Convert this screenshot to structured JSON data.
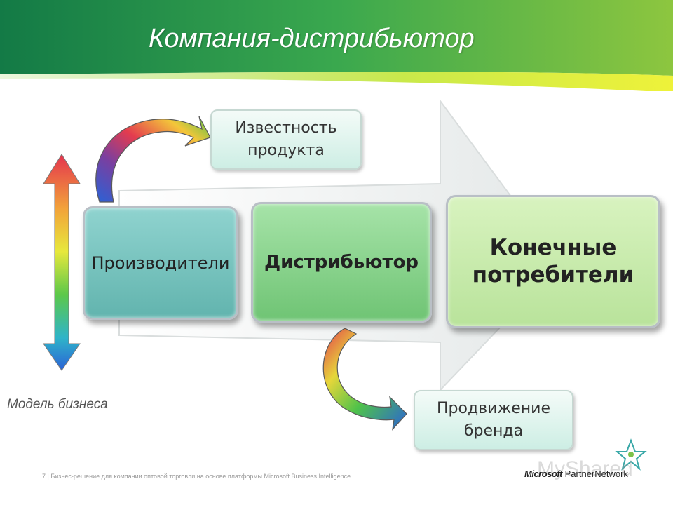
{
  "title": "Компания-дистрибьютор",
  "main_nodes": [
    {
      "label": "Производители"
    },
    {
      "label": "Дистрибьютор"
    },
    {
      "label": "Конечные\nпотребители"
    }
  ],
  "side_nodes": [
    {
      "label": "Известность\nпродукта"
    },
    {
      "label": "Продвижение\nбренда"
    }
  ],
  "model_label": "Модель бизнеса",
  "footer": {
    "page_number": "7",
    "text": "Бизнес-решение для компании оптовой торговли на основе платформы Microsoft Business Intelligence",
    "logo_brand": "Microsoft",
    "logo_suffix": "PartnerNetwork",
    "watermark": "MyShared"
  },
  "colors": {
    "header_green": "#2e9a4c",
    "header_lime": "#d9f14a",
    "producers_box": "#7cc9c3",
    "distributor_box": "#8cd68f",
    "consumers_box": "#c9ebaa"
  }
}
